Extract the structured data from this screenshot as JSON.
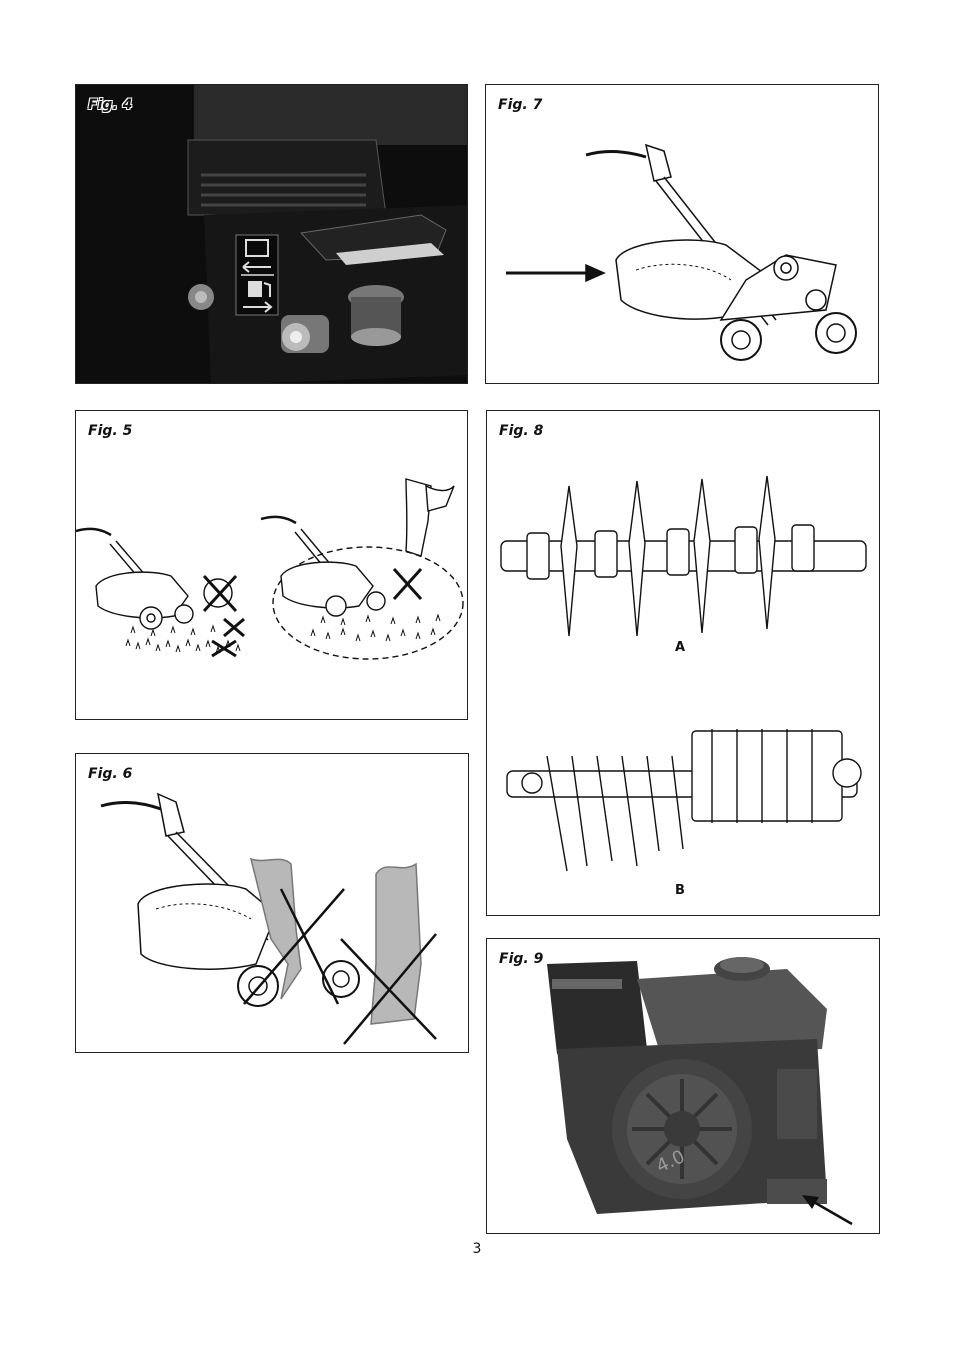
{
  "figures": {
    "fig4": {
      "label": "Fig. 4"
    },
    "fig5": {
      "label": "Fig. 5"
    },
    "fig6": {
      "label": "Fig. 6"
    },
    "fig7": {
      "label": "Fig. 7"
    },
    "fig8": {
      "label": "Fig. 8",
      "sub_a": "A",
      "sub_b": "B"
    },
    "fig9": {
      "label": "Fig. 9",
      "engine_badge": "4.0"
    }
  },
  "page_number": "3"
}
